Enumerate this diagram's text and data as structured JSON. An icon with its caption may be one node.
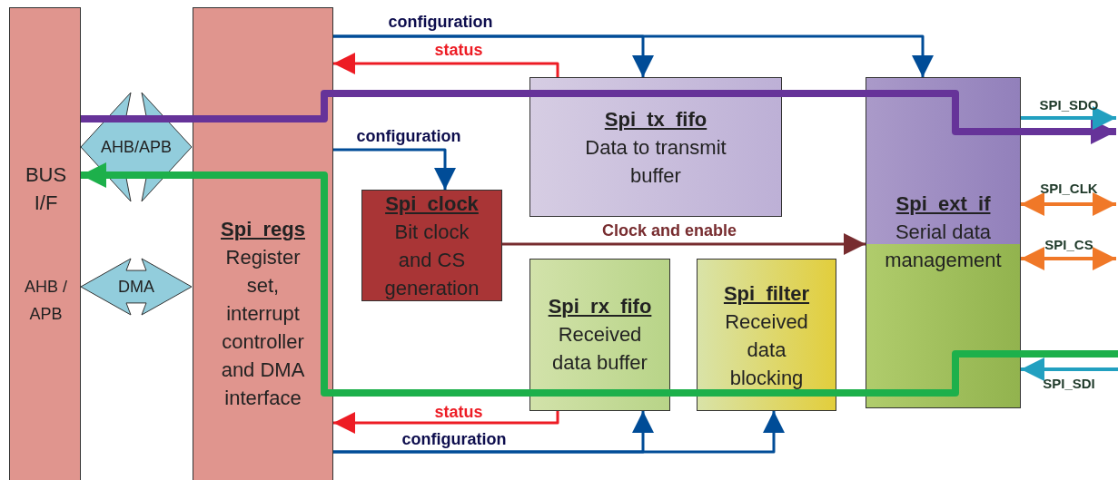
{
  "diagram": {
    "nodes": [
      {
        "text": [
          "BUS I/F",
          "AHB / APB"
        ]
      },
      {
        "text": [
          "AHB/APB"
        ]
      },
      {
        "text": [
          "DMA"
        ]
      },
      {
        "text": [
          "Spi_regs",
          "Register set, interrupt controller and DMA interface"
        ]
      },
      {
        "text": [
          "Spi_tx_fifo",
          "Data to transmit buffer"
        ]
      },
      {
        "text": [
          "Spi_clock",
          "Bit clock and CS generation"
        ]
      },
      {
        "text": [
          "Spi_rx_fifo",
          "Received data buffer"
        ]
      },
      {
        "text": [
          "Spi_filter",
          "Received data blocking"
        ]
      },
      {
        "text": [
          "Spi_ext_if",
          "Serial data management"
        ]
      }
    ],
    "edges": [
      {
        "from": 3,
        "to": 4,
        "arrow": "to",
        "label": "configuration"
      },
      {
        "from": 3,
        "to": 8,
        "arrow": "to"
      },
      {
        "from": 4,
        "to": 3,
        "arrow": "to",
        "label": "status",
        "color": "#ed1c24"
      },
      {
        "from": 0,
        "to": null,
        "arrow": "to",
        "style": "thick",
        "color": "#663399"
      },
      {
        "from": null,
        "to": 0,
        "arrow": "to",
        "style": "thick",
        "color": "#1db04b"
      },
      {
        "from": 3,
        "to": 5,
        "arrow": "to",
        "label": "configuration"
      },
      {
        "from": 5,
        "to": 8,
        "arrow": "to",
        "label": "Clock and enable",
        "color": "#772c2f"
      },
      {
        "from": 6,
        "to": 3,
        "arrow": "to",
        "label": "status",
        "color": "#ed1c24"
      },
      {
        "from": 3,
        "to": 6,
        "arrow": "to",
        "label": "configuration"
      },
      {
        "from": 3,
        "to": 7,
        "arrow": "to"
      },
      {
        "from": 8,
        "to": null,
        "arrow": "to",
        "label": "SPI_SDO",
        "color": "#22a0c0"
      },
      {
        "from": 8,
        "to": null,
        "arrow": "both",
        "label": "SPI_CLK",
        "color": "#f07828"
      },
      {
        "from": 8,
        "to": null,
        "arrow": "both",
        "label": "SPI_CS",
        "color": "#f07828"
      },
      {
        "from": null,
        "to": 8,
        "arrow": "to",
        "label": "SPI_SDI",
        "color": "#22a0c0"
      }
    ]
  }
}
